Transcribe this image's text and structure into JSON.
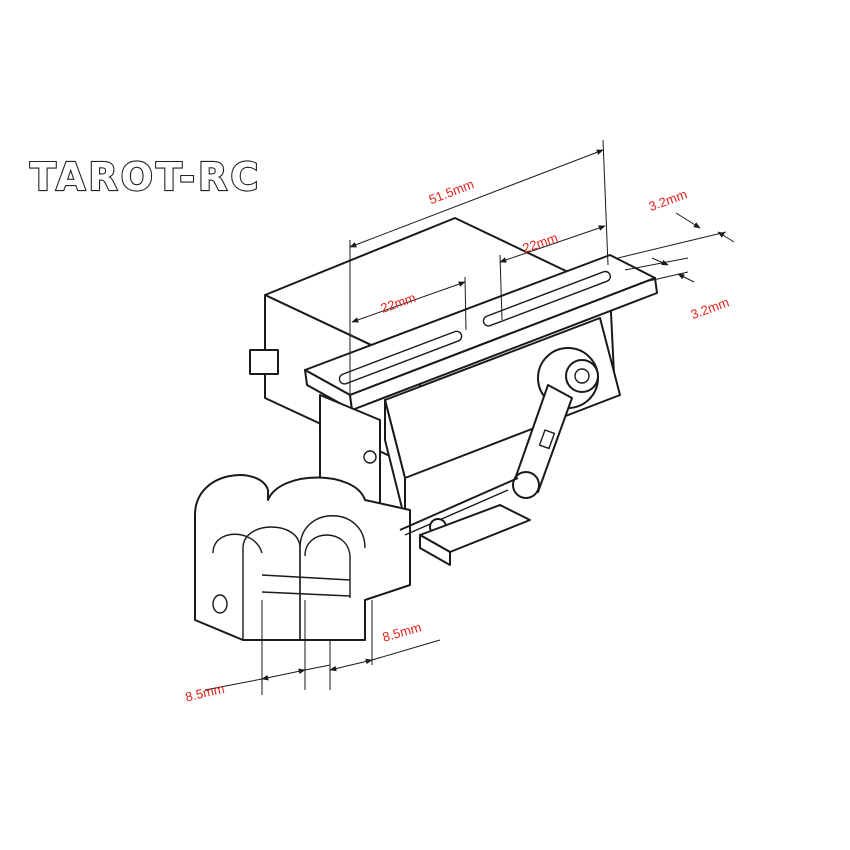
{
  "brand": {
    "name": "TAROT-RC"
  },
  "dimensions": {
    "total_length": "51.5mm",
    "slot_right": "22mm",
    "slot_left": "22mm",
    "slot_width_top": "3.2mm",
    "slot_width_bottom": "3.2mm",
    "fork_gap_right": "8.5mm",
    "fork_gap_left": "8.5mm"
  },
  "colors": {
    "dimension_text": "#e2231a",
    "line": "#1a1a1a",
    "background": "#ffffff"
  }
}
